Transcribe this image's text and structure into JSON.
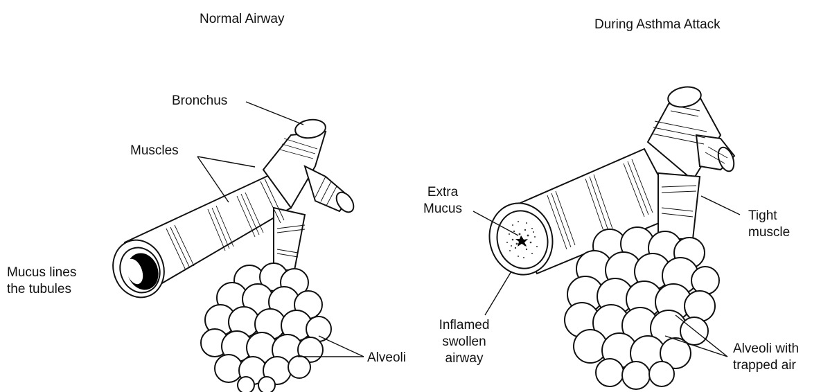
{
  "titles": {
    "normal": "Normal Airway",
    "asthma": "During Asthma Attack"
  },
  "labels": {
    "bronchus": "Bronchus",
    "muscles": "Muscles",
    "mucus_lines": [
      "Mucus lines",
      "the tubules"
    ],
    "alveoli": "Alveoli",
    "extra_mucus": [
      "Extra",
      "Mucus"
    ],
    "tight_muscle": [
      "Tight",
      "muscle"
    ],
    "inflamed": [
      "Inflamed",
      "swollen",
      "airway"
    ],
    "alveoli_trapped": [
      "Alveoli with",
      "trapped air"
    ]
  }
}
